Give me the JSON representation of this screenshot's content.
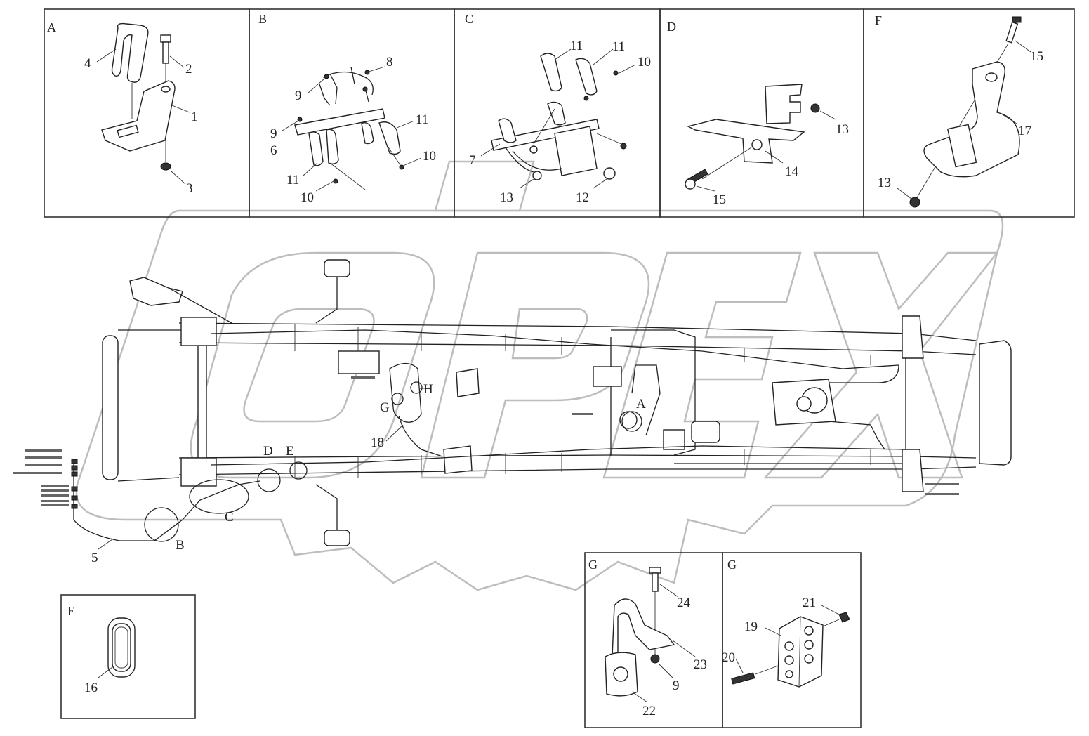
{
  "watermark": "OPEX",
  "panels": [
    {
      "id": "A",
      "letter": "A",
      "callouts": [
        "4",
        "2",
        "1",
        "3"
      ]
    },
    {
      "id": "B",
      "letter": "B",
      "callouts": [
        "8",
        "9",
        "9",
        "6",
        "11",
        "11",
        "10",
        "10"
      ]
    },
    {
      "id": "C",
      "letter": "C",
      "callouts": [
        "11",
        "11",
        "10",
        "7",
        "13",
        "12"
      ]
    },
    {
      "id": "D",
      "letter": "D",
      "callouts": [
        "13",
        "14",
        "15"
      ]
    },
    {
      "id": "F",
      "letter": "F",
      "callouts": [
        "15",
        "17",
        "13"
      ]
    },
    {
      "id": "E",
      "letter": "E",
      "callouts": [
        "16"
      ]
    },
    {
      "id": "G1",
      "letter": "G",
      "callouts": [
        "24",
        "23",
        "9",
        "22"
      ]
    },
    {
      "id": "G2",
      "letter": "G",
      "callouts": [
        "21",
        "19",
        "20"
      ]
    }
  ],
  "chassis_labels": [
    "H",
    "G",
    "18",
    "A",
    "D",
    "E",
    "C",
    "B",
    "5"
  ],
  "colors": {
    "line": "#222222",
    "watermark": "#bdbdbd",
    "background": "#ffffff"
  }
}
